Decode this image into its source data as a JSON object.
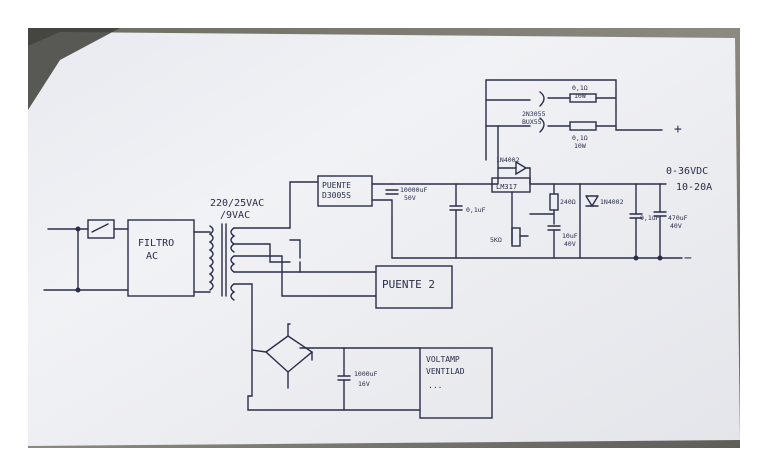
{
  "labels": {
    "filter": "FILTRO\nAC",
    "transformer": "220/25VAC\n/9VAC",
    "bridge1": "PUENTE\nD3005S",
    "cap1": "10000uF\n50V",
    "cap_small1": "0,1uF",
    "regulator": "LM317",
    "diode_top": "1N4002",
    "transistors": "2N3055\nBUX55",
    "res_top": "0,1Ω\n10W",
    "res_mid": "0,1Ω\n10W",
    "res_240": "240Ω",
    "diode_right": "1N4002",
    "cap_10uf": "10uF\n40V",
    "pot": "5KΩ",
    "cap_out_small": "0,1uF",
    "cap_out_big": "470uF\n40V",
    "plus": "+",
    "minus": "−",
    "output_spec": "0-36VDC\n10-20A",
    "bridge2": "PUENTE 2",
    "cap_aux": "1000uF\n16V",
    "aux_load": "VOLTAMP\nVENTILAD\n..."
  }
}
